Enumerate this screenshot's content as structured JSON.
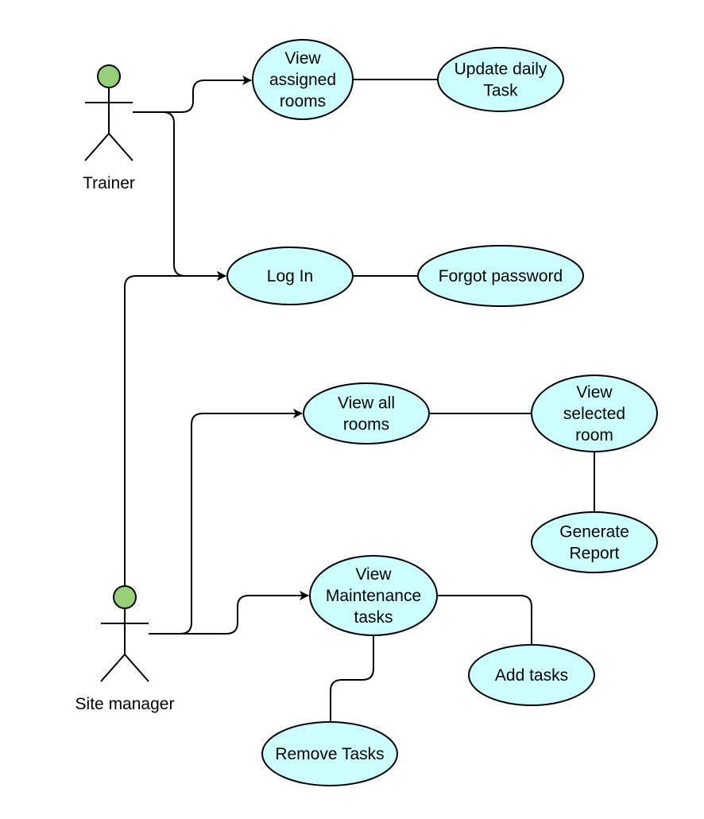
{
  "colors": {
    "usecase_fill": "#ccffff",
    "usecase_stroke": "#000000",
    "actor_head": "#97d077",
    "line": "#000000",
    "background": "#ffffff"
  },
  "actors": [
    {
      "id": "trainer",
      "label": "Trainer"
    },
    {
      "id": "site-manager",
      "label": "Site manager"
    }
  ],
  "usecases": [
    {
      "id": "view-assigned-rooms",
      "lines": [
        "View",
        "assigned",
        "rooms"
      ]
    },
    {
      "id": "update-daily-task",
      "lines": [
        "Update daily",
        "Task"
      ]
    },
    {
      "id": "log-in",
      "lines": [
        "Log In"
      ]
    },
    {
      "id": "forgot-password",
      "lines": [
        "Forgot password"
      ]
    },
    {
      "id": "view-all-rooms",
      "lines": [
        "View all",
        "rooms"
      ]
    },
    {
      "id": "view-selected-room",
      "lines": [
        "View",
        "selected",
        "room"
      ]
    },
    {
      "id": "generate-report",
      "lines": [
        "Generate",
        "Report"
      ]
    },
    {
      "id": "view-maintenance-tasks",
      "lines": [
        "View",
        "Maintenance",
        "tasks"
      ]
    },
    {
      "id": "add-tasks",
      "lines": [
        "Add tasks"
      ]
    },
    {
      "id": "remove-tasks",
      "lines": [
        "Remove Tasks"
      ]
    }
  ],
  "relations": [
    {
      "from": "trainer",
      "to": "view-assigned-rooms",
      "arrow": true
    },
    {
      "from": "trainer",
      "to": "log-in",
      "arrow": true
    },
    {
      "from": "site-manager",
      "to": "log-in",
      "arrow": true
    },
    {
      "from": "site-manager",
      "to": "view-all-rooms",
      "arrow": true
    },
    {
      "from": "site-manager",
      "to": "view-maintenance-tasks",
      "arrow": true
    },
    {
      "from": "view-assigned-rooms",
      "to": "update-daily-task",
      "arrow": false
    },
    {
      "from": "log-in",
      "to": "forgot-password",
      "arrow": false
    },
    {
      "from": "view-all-rooms",
      "to": "view-selected-room",
      "arrow": false
    },
    {
      "from": "view-selected-room",
      "to": "generate-report",
      "arrow": false
    },
    {
      "from": "view-maintenance-tasks",
      "to": "add-tasks",
      "arrow": false
    },
    {
      "from": "view-maintenance-tasks",
      "to": "remove-tasks",
      "arrow": false
    }
  ]
}
